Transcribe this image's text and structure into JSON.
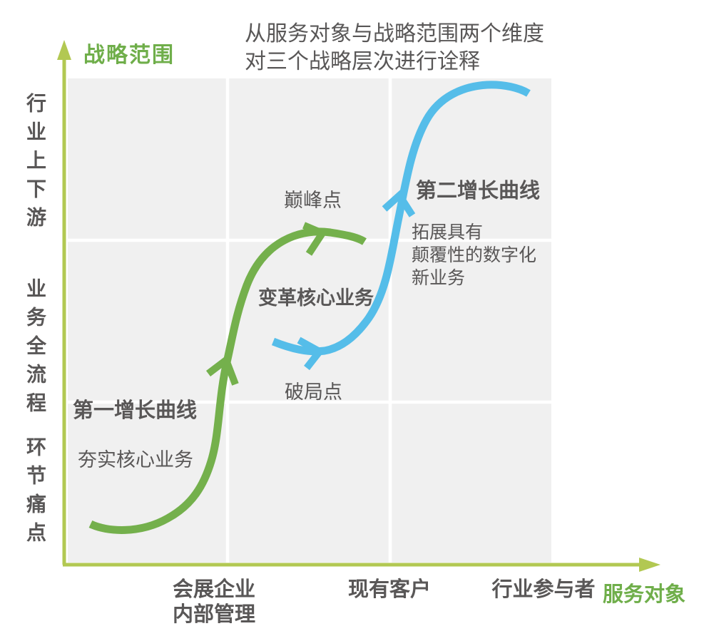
{
  "title": {
    "line1": "从服务对象与战略范围两个维度",
    "line2": "对三个战略层次进行诠释"
  },
  "y_axis": {
    "label": "战略范围",
    "tick_groups": [
      "行业上下游",
      "业务全流程",
      "环节痛点"
    ]
  },
  "x_axis": {
    "label": "服务对象",
    "ticks": [
      "会展企业\n内部管理",
      "现有客户",
      "行业参与者"
    ]
  },
  "curves": [
    {
      "name": "第一增长曲线",
      "description": "夯实核心业务",
      "color": "#74b04c"
    },
    {
      "name": "第二增长曲线",
      "description": "拓展具有\n颠覆性的数字化\n新业务",
      "color": "#55bde9"
    }
  ],
  "annotations": {
    "transform_core_business": "变革核心业务",
    "peak_point": "巅峰点",
    "breakthrough_point": "破局点"
  },
  "colors": {
    "axis_green": "#b2c852",
    "label_green": "#6fae4a",
    "curve_green": "#74b04c",
    "curve_blue": "#55bde9",
    "text_gray": "#595757",
    "plot_background": "#f0f0f0",
    "grid_white": "#ffffff"
  }
}
